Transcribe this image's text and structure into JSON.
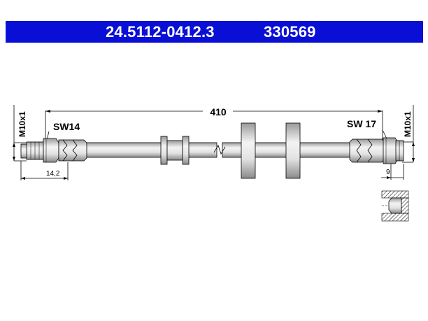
{
  "header": {
    "part_number": "24.5112-0412.3",
    "article_code": "330569",
    "background_color": "#0a0fd6",
    "text_color": "#ffffff"
  },
  "drawing": {
    "length_label": "410",
    "left_thread_label": "M10x1",
    "right_thread_label": "M10x1",
    "left_wrench_label": "SW14",
    "right_wrench_label": "SW 17",
    "left_dimension_label": "14,2",
    "right_dimension_label": "9"
  }
}
